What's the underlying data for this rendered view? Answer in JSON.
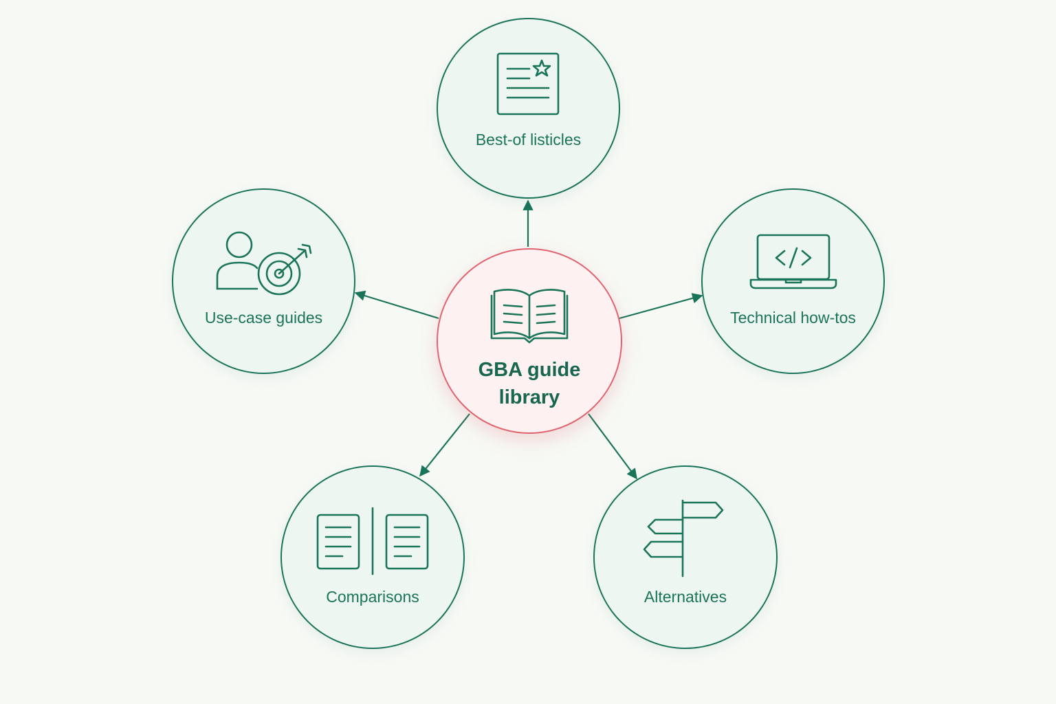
{
  "diagram": {
    "center": {
      "label": "GBA guide library",
      "icon": "open-book-icon"
    },
    "categories": [
      {
        "id": "best-of-listicles",
        "label": "Best-of listicles",
        "icon": "document-star-icon"
      },
      {
        "id": "use-case-guides",
        "label": "Use-case guides",
        "icon": "person-target-icon"
      },
      {
        "id": "technical-how-tos",
        "label": "Technical how-tos",
        "icon": "laptop-code-icon"
      },
      {
        "id": "comparisons",
        "label": "Comparisons",
        "icon": "side-by-side-documents-icon"
      },
      {
        "id": "alternatives",
        "label": "Alternatives",
        "icon": "signpost-icon"
      }
    ],
    "connections": [
      {
        "from": "center",
        "to": "best-of-listicles"
      },
      {
        "from": "center",
        "to": "use-case-guides"
      },
      {
        "from": "center",
        "to": "technical-how-tos"
      },
      {
        "from": "center",
        "to": "comparisons"
      },
      {
        "from": "center",
        "to": "alternatives"
      }
    ],
    "colors": {
      "background": "#f7f9f5",
      "primary_green": "#1a7459",
      "node_fill": "#eef6f1",
      "center_border": "#e06470",
      "center_fill": "#fdf1f1"
    }
  }
}
